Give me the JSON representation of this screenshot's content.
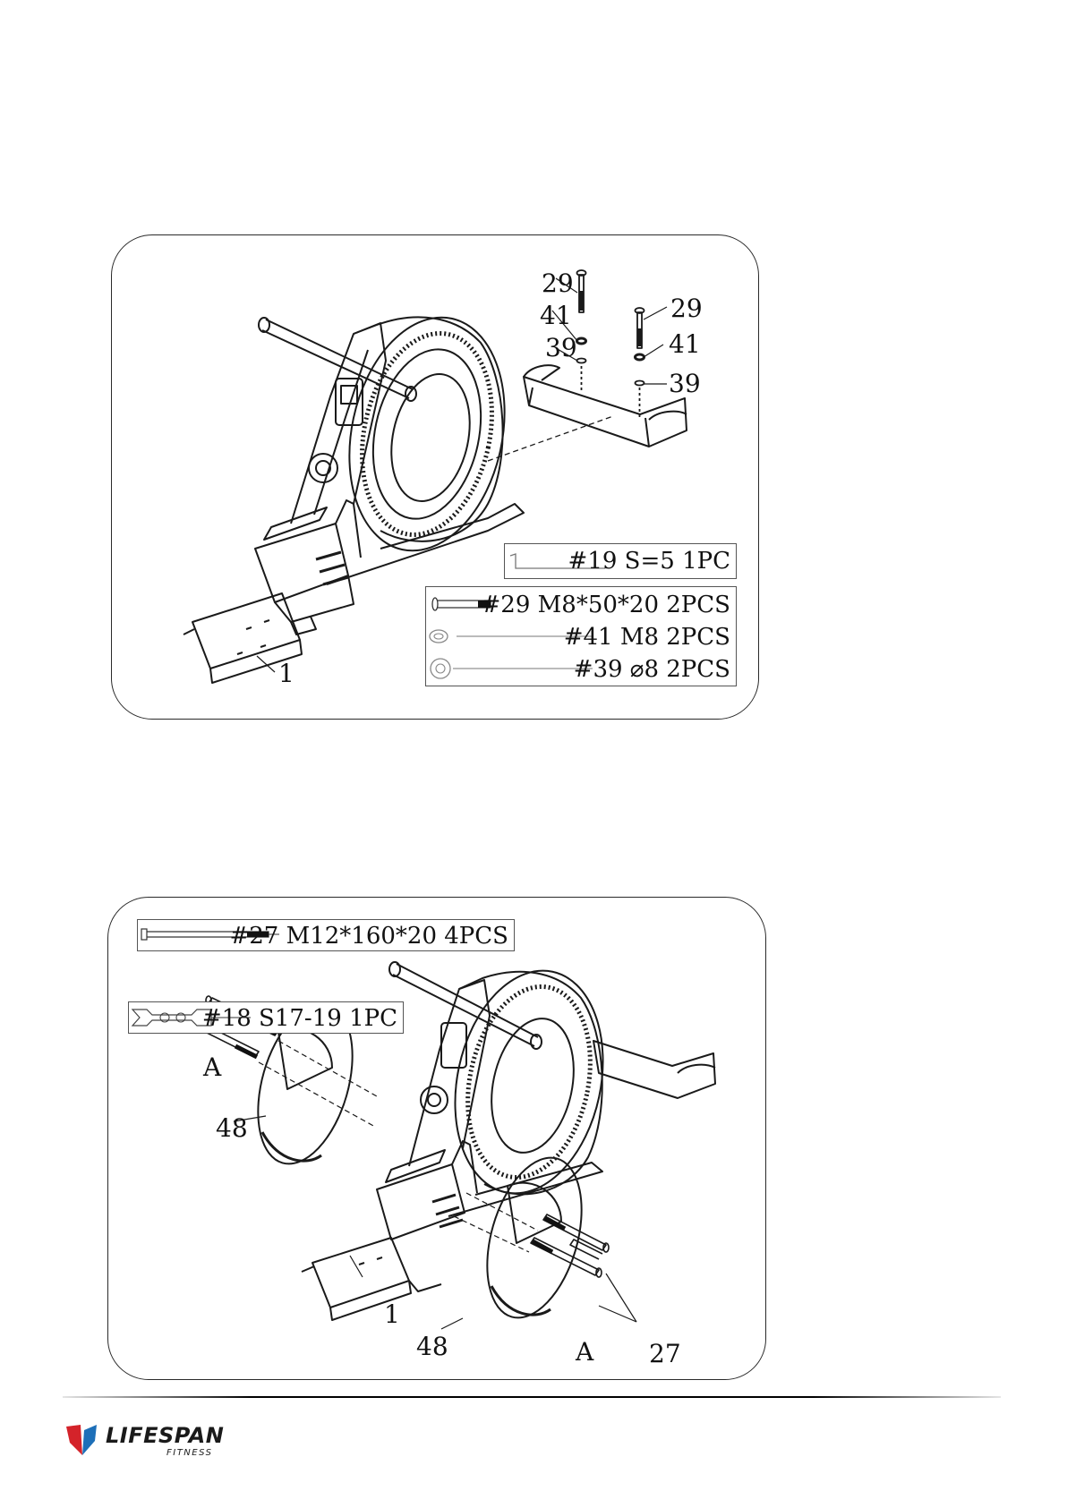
{
  "step1": {
    "callouts": [
      "29",
      "41",
      "39",
      "29",
      "41",
      "39",
      "1"
    ],
    "parts": [
      {
        "code": "#19 S=5 1PC",
        "icon": "allen-key-icon"
      },
      {
        "code": "#29 M8*50*20 2PCS",
        "icon": "bolt-icon"
      },
      {
        "code": "#41 M8 2PCS",
        "icon": "spring-washer-icon"
      },
      {
        "code": "#39 ⌀8 2PCS",
        "icon": "flat-washer-icon"
      }
    ]
  },
  "step2": {
    "callouts": [
      "27",
      "A",
      "48",
      "1",
      "48",
      "A",
      "27"
    ],
    "parts": [
      {
        "code": "#27 M12*160*20 4PCS",
        "icon": "long-bolt-icon"
      },
      {
        "code": "#18 S17-19 1PC",
        "icon": "wrench-icon"
      }
    ]
  },
  "footer": {
    "brand": "LIFESPAN",
    "brand_sub": "FITNESS",
    "logo_colors": [
      "#d4232a",
      "#1d6fb8"
    ]
  }
}
